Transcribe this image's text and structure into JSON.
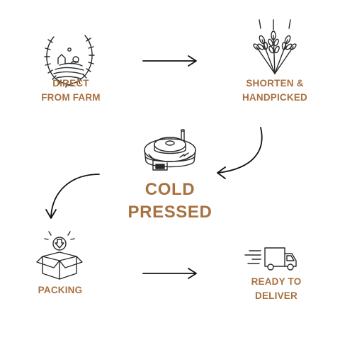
{
  "steps": {
    "farm": {
      "line1": "DIRECT",
      "line2": "FROM FARM",
      "icon": "farm-wreath-icon"
    },
    "harvest": {
      "line1": "SHORTEN &",
      "line2": "HANDPICKED",
      "icon": "wheat-icon"
    },
    "press": {
      "line1": "COLD",
      "line2": "PRESSED",
      "icon": "stone-mill-icon"
    },
    "packing": {
      "line1": "PACKING",
      "icon": "box-icon"
    },
    "deliver": {
      "line1": "READY TO",
      "line2": "DELIVER",
      "icon": "delivery-truck-icon"
    }
  },
  "colors": {
    "label": "#a87141",
    "ink": "#2a2a2a",
    "background": "#ffffff"
  }
}
